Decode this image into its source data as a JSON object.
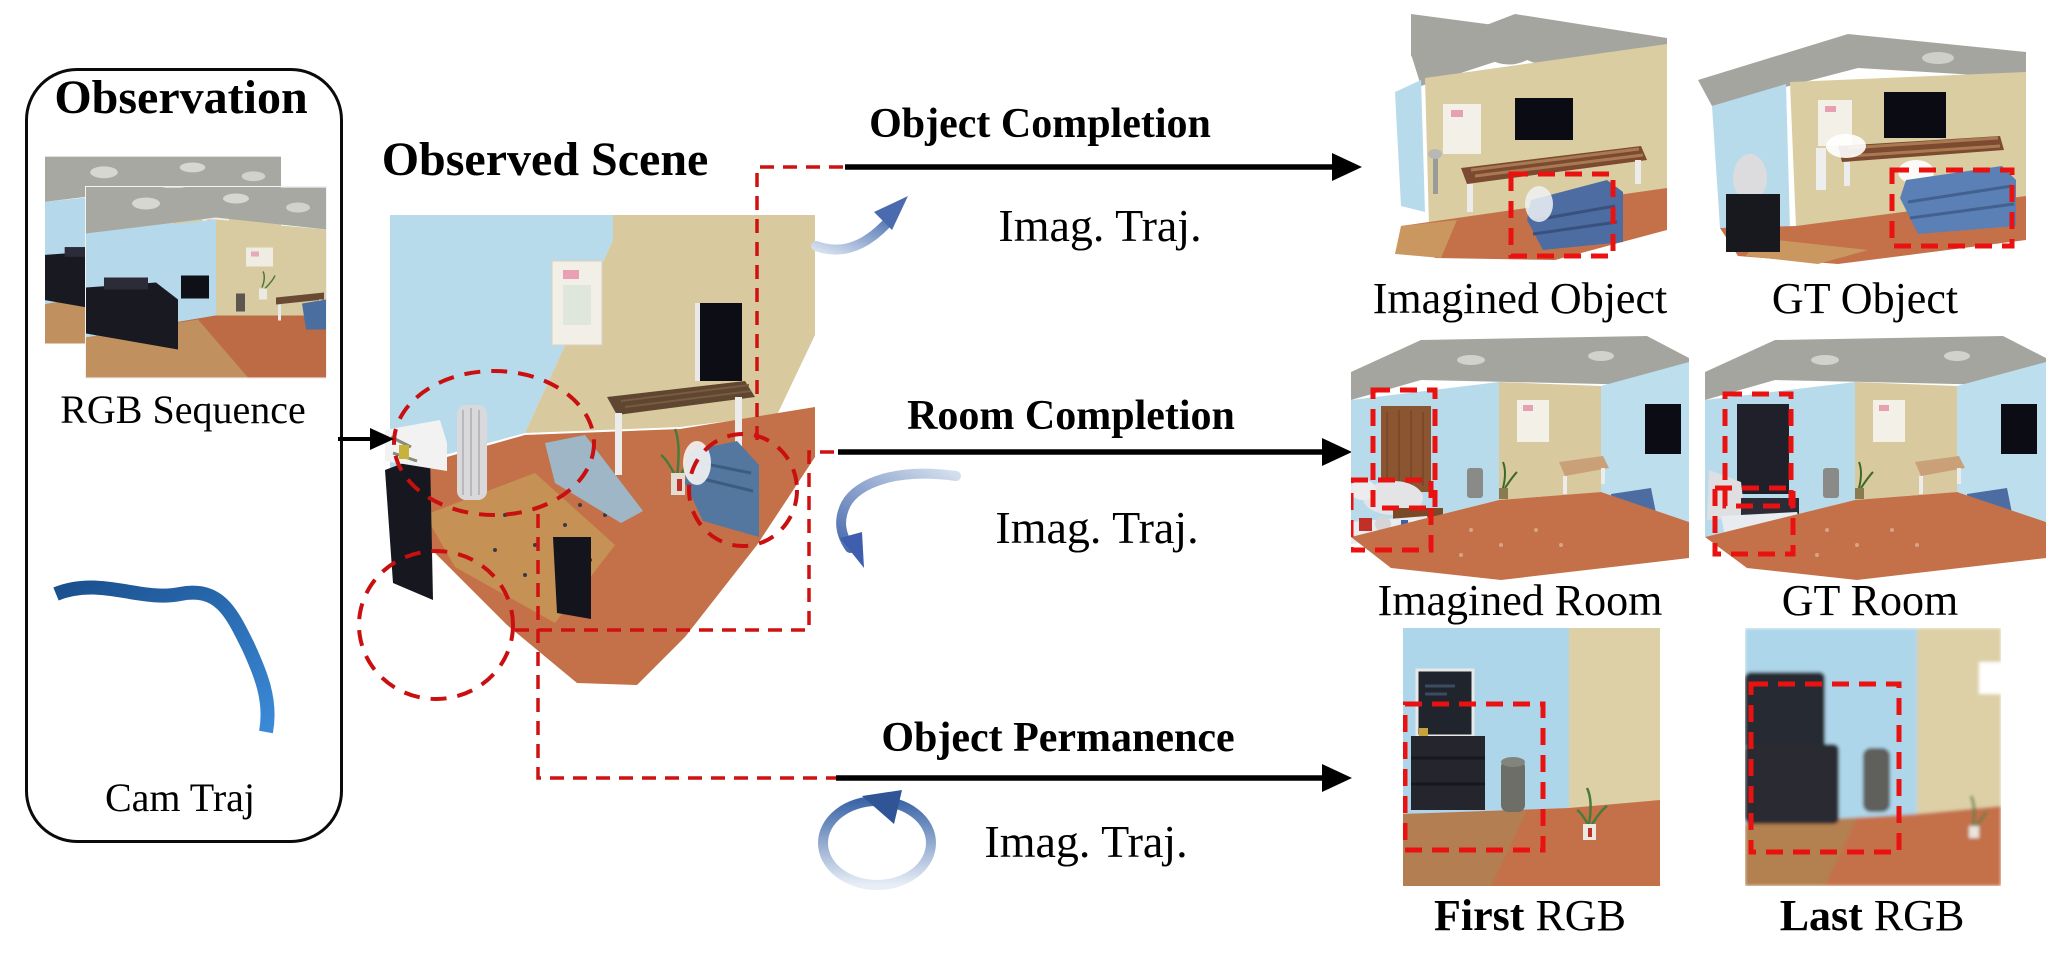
{
  "figure": {
    "description": "Scene imagination benchmark figure: observation converted to observed scene, evaluated on three tasks"
  },
  "observation": {
    "title": "Observation",
    "rgb_caption": "RGB Sequence",
    "traj_caption": "Cam Traj"
  },
  "scene": {
    "title": "Observed Scene"
  },
  "tasks": [
    {
      "label": "Object Completion",
      "traj_label": "Imag. Traj.",
      "outputs": [
        {
          "label": "Imagined Object"
        },
        {
          "label": "GT Object"
        }
      ]
    },
    {
      "label": "Room Completion",
      "traj_label": "Imag. Traj.",
      "outputs": [
        {
          "label": "Imagined Room"
        },
        {
          "label": "GT Room"
        }
      ]
    },
    {
      "label": "Object Permanence",
      "traj_label": "Imag. Traj.",
      "outputs": [
        {
          "label_bold": "First",
          "label_rest": " RGB"
        },
        {
          "label_bold": "Last",
          "label_rest": " RGB"
        }
      ]
    }
  ],
  "colors": {
    "highlight_red": "#d81111",
    "bright_box_red": "#ea1111",
    "arrow_black": "#000000",
    "cam_traj_blue_dark": "#1a4f8d",
    "cam_traj_blue_light": "#3b8ad8",
    "imag_arrow_light": "#d4dfee",
    "imag_arrow_dark": "#4a6cae",
    "wall_blue": "#b7dbeb",
    "wall_tan": "#d8c99e",
    "ceiling_gray": "#a5a5a0",
    "floor_orange": "#c4714a",
    "floor_wood": "#c79757",
    "furniture_dark": "#16161f",
    "sofa_blue": "#54779f"
  }
}
